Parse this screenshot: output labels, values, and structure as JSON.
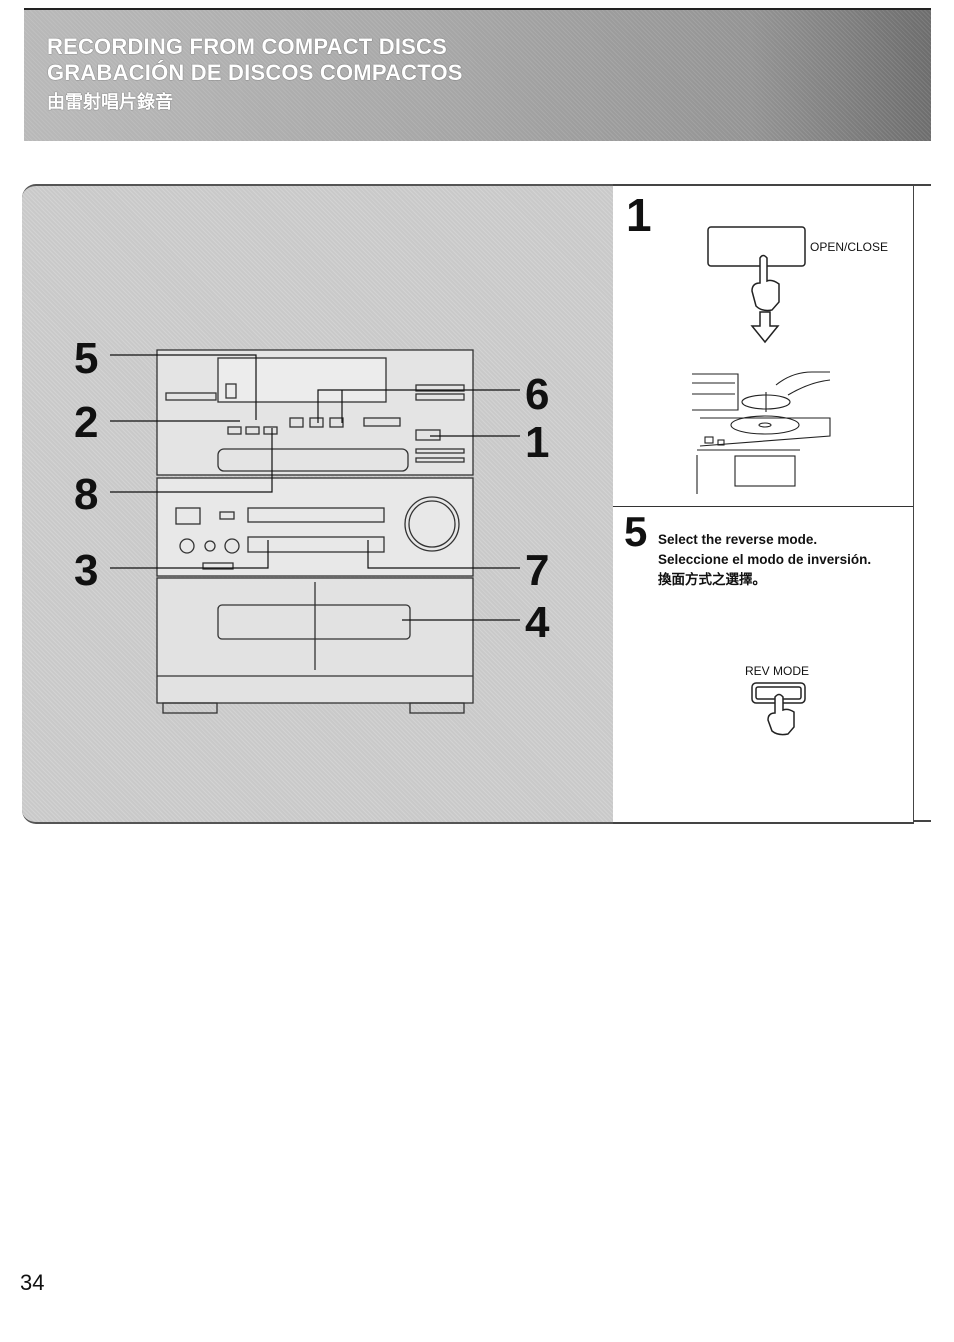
{
  "header": {
    "title_en": "RECORDING FROM COMPACT DISCS",
    "title_es": "GRABACIÓN DE DISCOS COMPACTOS",
    "title_zh": "由雷射唱片錄音"
  },
  "illustration": {
    "callouts": [
      "5",
      "2",
      "8",
      "3",
      "6",
      "1",
      "7",
      "4"
    ]
  },
  "step1": {
    "number": "1",
    "button_label": "OPEN/CLOSE"
  },
  "step5": {
    "number": "5",
    "text_en": "Select the reverse mode.",
    "text_es": "Seleccione el modo de inversión.",
    "text_zh": "換面方式之選擇。",
    "button_label": "REV MODE"
  },
  "page_number": "34"
}
